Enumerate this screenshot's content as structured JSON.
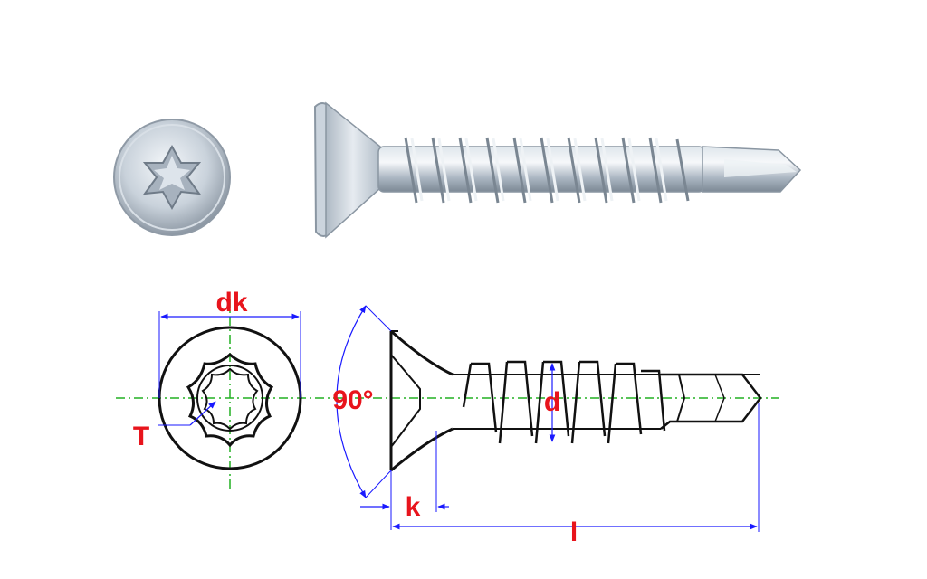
{
  "labels": {
    "head_diameter": "dk",
    "drive": "T",
    "countersink_angle": "90°",
    "thread_diameter": "d",
    "head_height": "k",
    "length": "l"
  },
  "colors": {
    "dimension_text": "#e8141c",
    "dimension_line": "#1a1aff",
    "center_line": "#22b022",
    "outline": "#111111",
    "metal_light": "#e9eef3",
    "metal_mid": "#b9c4cf",
    "metal_dark": "#6f7b88"
  },
  "photos": {
    "head_top_view": "torx-head-top-view",
    "screw_side_view": "self-drilling-screw-side-view"
  }
}
